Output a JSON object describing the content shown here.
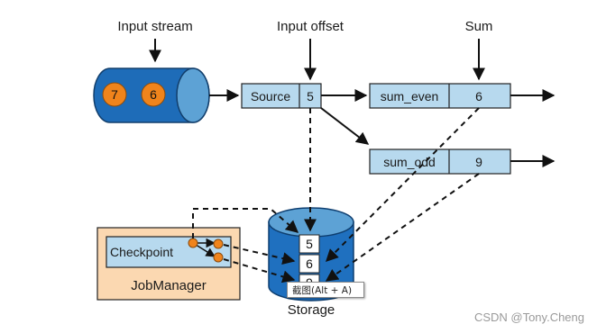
{
  "labels": {
    "input_stream": "Input stream",
    "input_offset": "Input offset",
    "sum": "Sum",
    "storage": "Storage",
    "job_manager": "JobManager",
    "checkpoint": "Checkpoint"
  },
  "stream_events": [
    "7",
    "6"
  ],
  "source": {
    "label": "Source",
    "offset": "5"
  },
  "sum_even": {
    "label": "sum_even",
    "value": "6"
  },
  "sum_odd": {
    "label": "sum_odd",
    "value": "9"
  },
  "storage_values": [
    "5",
    "6",
    "9"
  ],
  "tooltip": "截图(Alt + A)",
  "watermark": "CSDN @Tony.Cheng",
  "colors": {
    "stream_blue": "#1e6cb8",
    "stream_cap": "#5da2d5",
    "event_orange": "#f0841c",
    "operator_fill": "#b7d9ee",
    "jobmanager_fill": "#fbd8b1",
    "storage_blue": "#1f70bf"
  },
  "icons": [
    "arrow-right-icon",
    "arrow-down-icon"
  ]
}
